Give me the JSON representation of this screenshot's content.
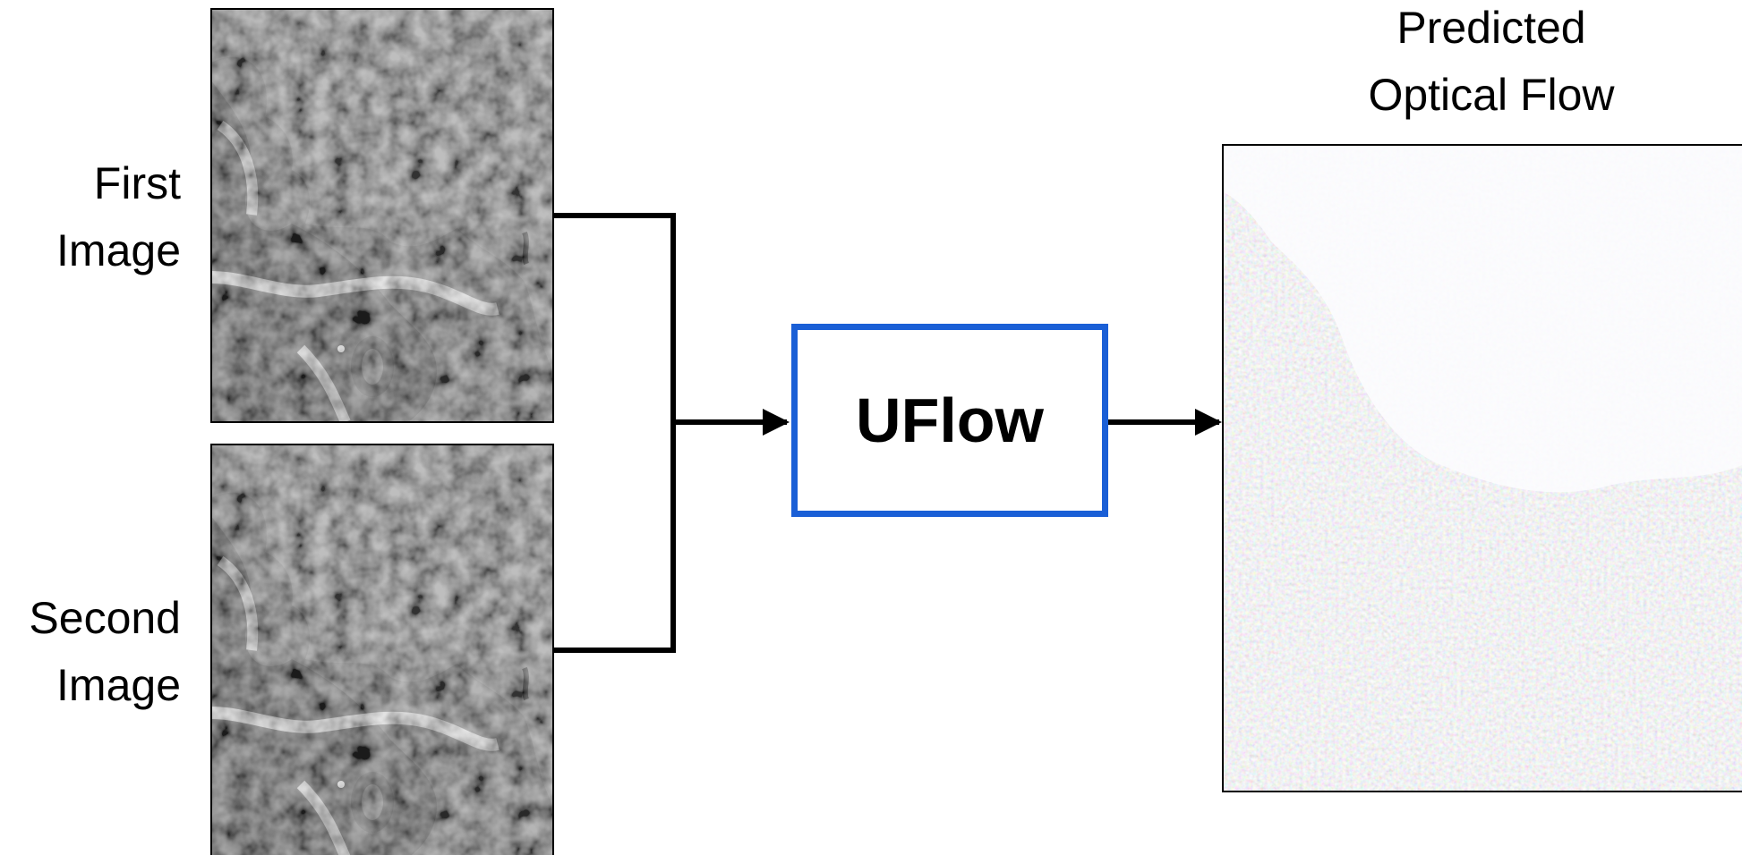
{
  "inputs": {
    "first_label_line1": "First",
    "first_label_line2": "Image",
    "second_label_line1": "Second",
    "second_label_line2": "Image"
  },
  "model": {
    "label": "UFlow",
    "border_color": "#1a5fd6"
  },
  "output": {
    "title_line1": "Predicted",
    "title_line2": "Optical Flow"
  },
  "colors": {
    "arrow": "#000000",
    "cell_bg": "#6e6e6e",
    "flow_bg": "#fbfbfd"
  }
}
